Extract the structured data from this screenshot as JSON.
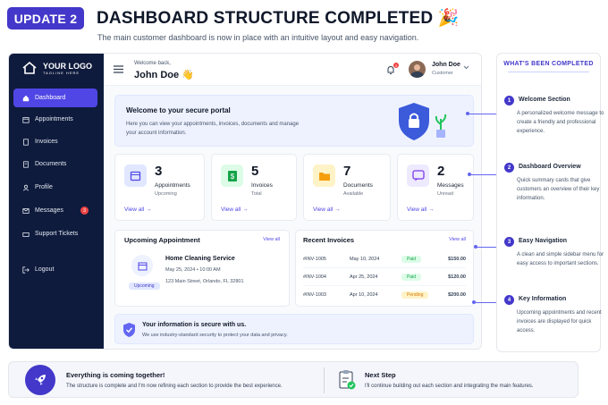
{
  "header": {
    "badge": "UPDATE 2",
    "title": "DASHBOARD STRUCTURE COMPLETED 🎉",
    "subtitle": "The main customer dashboard is now in place with an intuitive layout and easy navigation."
  },
  "sidebar": {
    "logo_title": "YOUR LOGO",
    "logo_tagline": "TAGLINE HERE",
    "items": [
      {
        "label": "Dashboard",
        "icon": "home-icon"
      },
      {
        "label": "Appointments",
        "icon": "calendar-icon"
      },
      {
        "label": "Invoices",
        "icon": "file-icon"
      },
      {
        "label": "Documents",
        "icon": "document-icon"
      },
      {
        "label": "Profile",
        "icon": "user-icon"
      },
      {
        "label": "Messages",
        "icon": "mail-icon",
        "count": "3"
      },
      {
        "label": "Support Tickets",
        "icon": "ticket-icon"
      },
      {
        "label": "Logout",
        "icon": "logout-icon"
      }
    ]
  },
  "topbar": {
    "greeting": "Welcome back,",
    "name": "John Doe 👋",
    "notif_count": "3",
    "user_name": "John Doe",
    "user_role": "Customer"
  },
  "welcome": {
    "title": "Welcome to your secure portal",
    "text": "Here you can view your appointments, invoices, documents and manage your account information."
  },
  "stats": [
    {
      "num": "3",
      "label": "Appointments",
      "sub": "Upcoming",
      "link": "View all →",
      "icon": "calendar-icon",
      "color": "#6366f1",
      "bg": "#e0e7ff"
    },
    {
      "num": "5",
      "label": "Invoices",
      "sub": "Total",
      "link": "View all →",
      "icon": "invoice-icon",
      "color": "#16a34a",
      "bg": "#dcfce7"
    },
    {
      "num": "7",
      "label": "Documents",
      "sub": "Available",
      "link": "View all →",
      "icon": "folder-icon",
      "color": "#f59e0b",
      "bg": "#fef3c7"
    },
    {
      "num": "2",
      "label": "Messages",
      "sub": "Unread",
      "link": "View all →",
      "icon": "chat-icon",
      "color": "#7c3aed",
      "bg": "#ede9fe"
    }
  ],
  "upcoming": {
    "title": "Upcoming Appointment",
    "view_all": "View all",
    "service": "Home Cleaning Service",
    "datetime": "May 25, 2024  •  10:00 AM",
    "address": "123 Main Street, Orlando, FL 32801",
    "status": "Upcoming"
  },
  "invoices": {
    "title": "Recent Invoices",
    "view_all": "View all",
    "rows": [
      {
        "id": "#INV-1005",
        "date": "May 10, 2024",
        "status": "Paid",
        "amount": "$150.00"
      },
      {
        "id": "#INV-1004",
        "date": "Apr 25, 2024",
        "status": "Paid",
        "amount": "$120.00"
      },
      {
        "id": "#INV-1003",
        "date": "Apr 10, 2024",
        "status": "Pending",
        "amount": "$200.00"
      }
    ]
  },
  "secure": {
    "title": "Your information is secure with us.",
    "text": "We use industry-standard security to protect your data and privacy."
  },
  "completed": {
    "heading": "WHAT'S BEEN COMPLETED",
    "items": [
      {
        "num": "1",
        "title": "Welcome Section",
        "desc": "A personalized welcome message to create a friendly and professional experience."
      },
      {
        "num": "2",
        "title": "Dashboard Overview",
        "desc": "Quick summary cards that give customers an overview of their key information."
      },
      {
        "num": "3",
        "title": "Easy Navigation",
        "desc": "A clean and simple sidebar menu for easy access to important sections."
      },
      {
        "num": "4",
        "title": "Key Information",
        "desc": "Upcoming appointments and recent invoices are displayed for quick access."
      }
    ]
  },
  "footer": {
    "left_title": "Everything is coming together!",
    "left_text": "The structure is complete and I'm now refining each section to provide the best experience.",
    "right_title": "Next Step",
    "right_text": "I'll continue building out each section and integrating the main features."
  },
  "colors": {
    "accent": "#4338ca",
    "sidebar": "#0f1b3d",
    "active": "#4f46e5"
  }
}
